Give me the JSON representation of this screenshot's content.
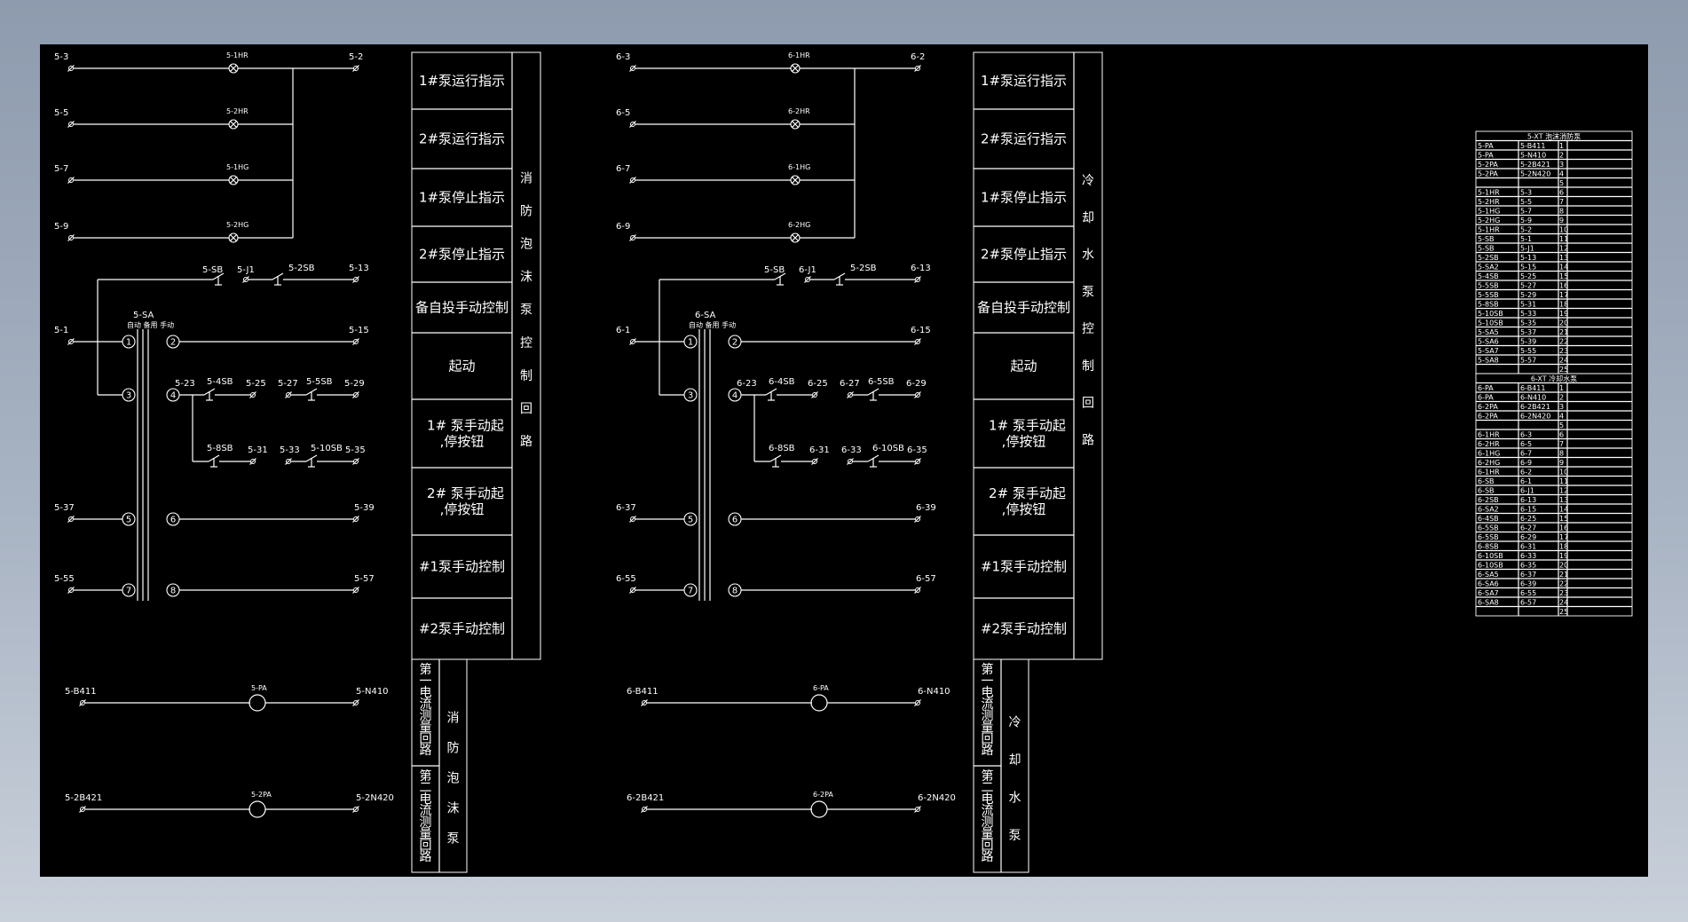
{
  "left": {
    "terminals_left": [
      "5-3",
      "5-5",
      "5-7",
      "5-9",
      "5-1",
      "5-37",
      "5-55"
    ],
    "terminals_right": [
      "5-2",
      "5-13",
      "5-15",
      "5-39",
      "5-57"
    ],
    "lamps": [
      "5-1HR",
      "5-2HR",
      "5-1HG",
      "5-2HG"
    ],
    "sb_row": [
      "5-SB",
      "5-J1",
      "5-2SB"
    ],
    "sa_label": "5-SA",
    "sa_modes": "自动 备用 手动",
    "row4": [
      "5-23",
      "5-4SB",
      "5-25",
      "5-27",
      "5-5SB",
      "5-29"
    ],
    "row5": [
      "5-8SB",
      "5-31",
      "5-33",
      "5-10SB",
      "5-35"
    ],
    "pa": [
      "5-B411",
      "5-PA",
      "5-N410"
    ],
    "pa2": [
      "5-2B421",
      "5-2PA",
      "5-2N420"
    ],
    "title_vertical": "消防泡沫泵控制回路",
    "bottom_col1": "第一电流测量回路",
    "bottom_col1b": "第二电流测量回路",
    "bottom_col2": "消防泡沫泵"
  },
  "right": {
    "terminals_left": [
      "6-3",
      "6-5",
      "6-7",
      "6-9",
      "6-1",
      "6-37",
      "6-55"
    ],
    "terminals_right": [
      "6-2",
      "6-13",
      "6-15",
      "6-39",
      "6-57"
    ],
    "lamps": [
      "6-1HR",
      "6-2HR",
      "6-1HG",
      "6-2HG"
    ],
    "sb_row": [
      "5-SB",
      "6-J1",
      "5-2SB"
    ],
    "sa_label": "6-SA",
    "sa_modes": "自动 备用 手动",
    "row4": [
      "6-23",
      "6-4SB",
      "6-25",
      "6-27",
      "6-5SB",
      "6-29"
    ],
    "row5": [
      "6-8SB",
      "6-31",
      "6-33",
      "6-10SB",
      "6-35"
    ],
    "pa": [
      "6-B411",
      "6-PA",
      "6-N410"
    ],
    "pa2": [
      "6-2B421",
      "6-2PA",
      "6-2N420"
    ],
    "title_vertical": "冷却水泵控制回路",
    "bottom_col1": "第一电流测量回路",
    "bottom_col1b": "第二电流测量回路",
    "bottom_col2": "冷却水泵"
  },
  "circles": [
    "1",
    "2",
    "3",
    "4",
    "5",
    "6",
    "7",
    "8"
  ],
  "function_boxes": [
    "1#泵运行指示",
    "2#泵运行指示",
    "1#泵停止指示",
    "2#泵停止指示",
    "备自投手动控制",
    "起动",
    "1# 泵手动起\n,停按钮",
    "2# 泵手动起\n,停按钮",
    "#1泵手动控制",
    "#2泵手动控制"
  ],
  "terminal_tables": [
    {
      "title": "5-XT 泡沫消防泵",
      "rows": [
        [
          "5-PA",
          "5-B411",
          "1"
        ],
        [
          "5-PA",
          "5-N410",
          "2"
        ],
        [
          "5-2PA",
          "5-2B421",
          "3"
        ],
        [
          "5-2PA",
          "5-2N420",
          "4"
        ],
        [
          "",
          "",
          "5"
        ],
        [
          "5-1HR",
          "5-3",
          "6"
        ],
        [
          "5-2HR",
          "5-5",
          "7"
        ],
        [
          "5-1HG",
          "5-7",
          "8"
        ],
        [
          "5-2HG",
          "5-9",
          "9"
        ],
        [
          "5-1HR",
          "5-2",
          "10"
        ],
        [
          "5-SB",
          "5-1",
          "11"
        ],
        [
          "5-SB",
          "5-J1",
          "12"
        ],
        [
          "5-2SB",
          "5-13",
          "13"
        ],
        [
          "5-SA2",
          "5-15",
          "14"
        ],
        [
          "5-4SB",
          "5-25",
          "15"
        ],
        [
          "5-5SB",
          "5-27",
          "16"
        ],
        [
          "5-5SB",
          "5-29",
          "17"
        ],
        [
          "5-8SB",
          "5-31",
          "18"
        ],
        [
          "5-10SB",
          "5-33",
          "19"
        ],
        [
          "5-10SB",
          "5-35",
          "20"
        ],
        [
          "5-SA5",
          "5-37",
          "21"
        ],
        [
          "5-SA6",
          "5-39",
          "22"
        ],
        [
          "5-SA7",
          "5-55",
          "23"
        ],
        [
          "5-SA8",
          "5-57",
          "24"
        ],
        [
          "",
          "",
          "25"
        ]
      ]
    },
    {
      "title": "6-XT 冷却水泵",
      "rows": [
        [
          "6-PA",
          "6-B411",
          "1"
        ],
        [
          "6-PA",
          "6-N410",
          "2"
        ],
        [
          "6-2PA",
          "6-2B421",
          "3"
        ],
        [
          "6-2PA",
          "6-2N420",
          "4"
        ],
        [
          "",
          "",
          "5"
        ],
        [
          "6-1HR",
          "6-3",
          "6"
        ],
        [
          "6-2HR",
          "6-5",
          "7"
        ],
        [
          "6-1HG",
          "6-7",
          "8"
        ],
        [
          "6-2HG",
          "6-9",
          "9"
        ],
        [
          "6-1HR",
          "6-2",
          "10"
        ],
        [
          "6-SB",
          "6-1",
          "11"
        ],
        [
          "6-SB",
          "6-J1",
          "12"
        ],
        [
          "6-2SB",
          "6-13",
          "13"
        ],
        [
          "6-SA2",
          "6-15",
          "14"
        ],
        [
          "6-4SB",
          "6-25",
          "15"
        ],
        [
          "6-5SB",
          "6-27",
          "16"
        ],
        [
          "6-5SB",
          "6-29",
          "17"
        ],
        [
          "6-8SB",
          "6-31",
          "18"
        ],
        [
          "6-10SB",
          "6-33",
          "19"
        ],
        [
          "6-10SB",
          "6-35",
          "20"
        ],
        [
          "6-SA5",
          "6-37",
          "21"
        ],
        [
          "6-SA6",
          "6-39",
          "22"
        ],
        [
          "6-SA7",
          "6-55",
          "23"
        ],
        [
          "6-SA8",
          "6-57",
          "24"
        ],
        [
          "",
          "",
          "25"
        ]
      ]
    }
  ],
  "colors": {
    "background": "#000000",
    "line": "#ffffff",
    "frame": "#8e9bae"
  }
}
